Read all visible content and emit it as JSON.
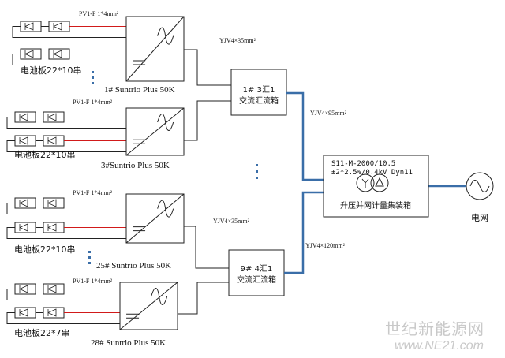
{
  "colors": {
    "ac_bus": "#3a6ea8",
    "dc_string": "#d11a1a",
    "line": "#222222"
  },
  "groups": [
    {
      "cable": "PV1-F 1*4mm²",
      "panels": "电池板22*10串",
      "inverter": "1#  Suntrio Plus 50K"
    },
    {
      "cable": "PV1-F 1*4mm²",
      "panels": "电池板22*10串",
      "inverter": "3#Suntrio Plus 50K"
    },
    {
      "cable": "PV1-F 1*4mm²",
      "panels": "电池板22*10串",
      "inverter": "25# Suntrio Plus 50K"
    },
    {
      "cable": "PV1-F 1*4mm²",
      "panels": "电池板22*7串",
      "inverter": "28# Suntrio Plus 50K"
    }
  ],
  "combiners": [
    {
      "line1": "1# 3汇1",
      "line2": "交流汇流箱",
      "in_cable": "YJV4×35mm²",
      "out_cable": "YJV4×95mm²"
    },
    {
      "line1": "9# 4汇1",
      "line2": "交流汇流箱",
      "in_cable": "YJV4×35mm²",
      "out_cable": "YJV4×120mm²"
    }
  ],
  "transformer": {
    "model": "S11-M-2000/10.5",
    "rating": "±2*2.5%/0.4kV Dyn11",
    "name": "升压并网计量集装箱"
  },
  "grid_label": "电网",
  "watermark": {
    "text": "世纪新能源网",
    "url": "www.NE21.com"
  }
}
